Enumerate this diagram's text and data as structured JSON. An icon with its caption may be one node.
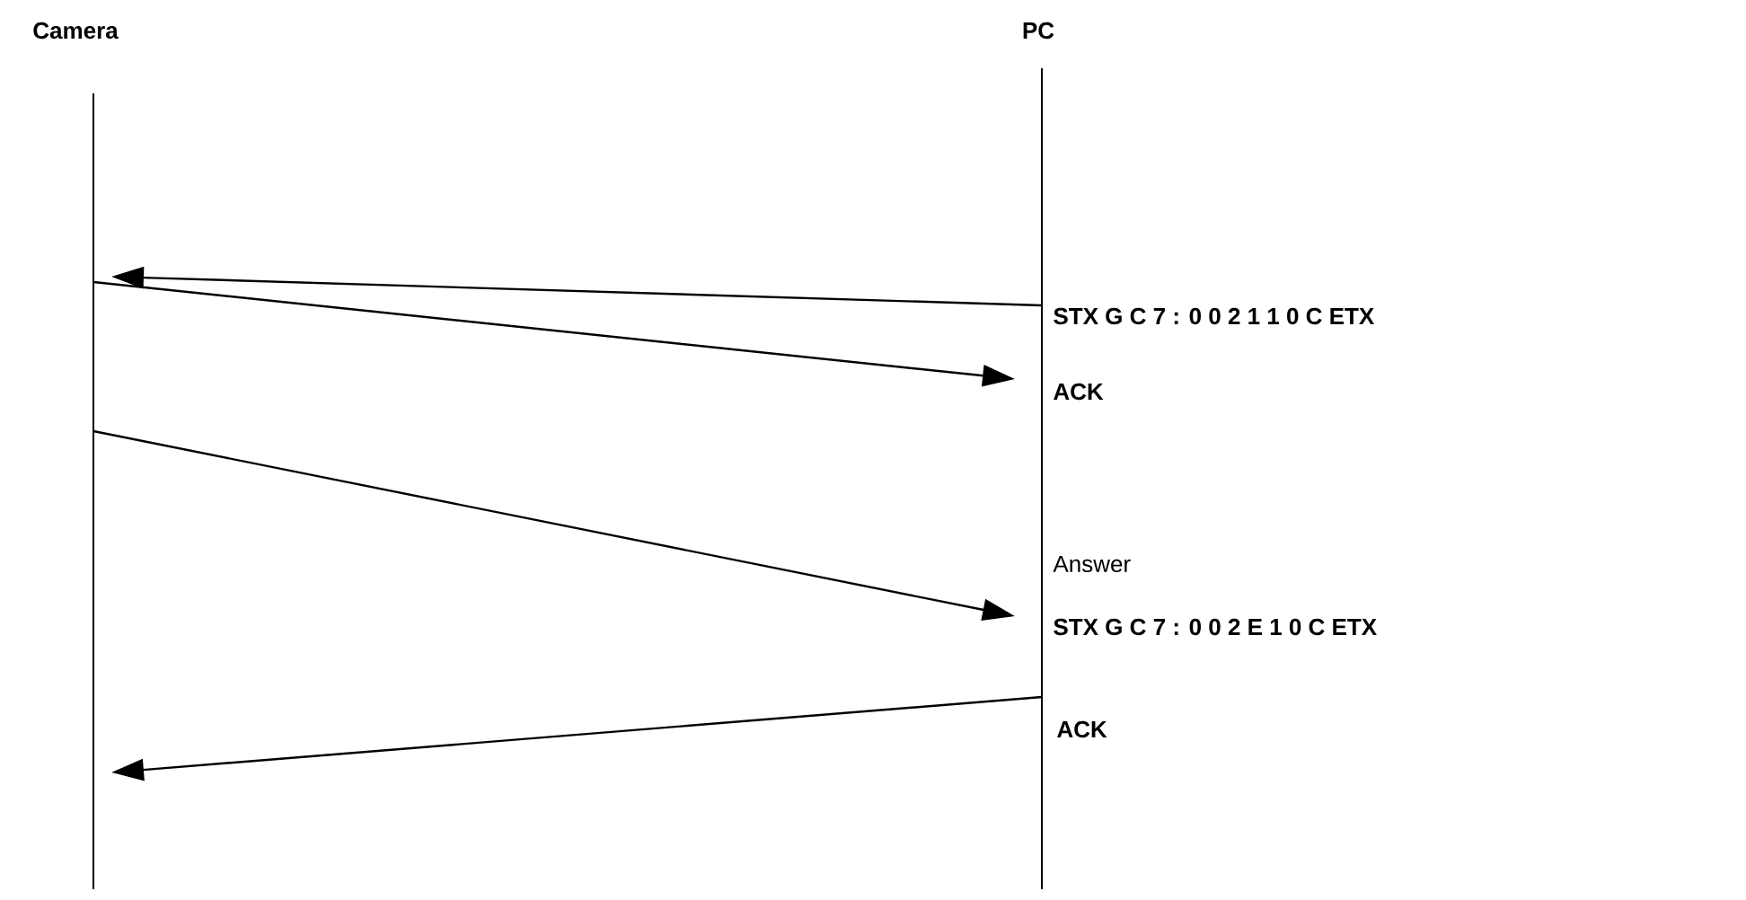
{
  "diagram": {
    "nodes": [
      {
        "text": [
          "Camera"
        ]
      },
      {
        "text": [
          "PC"
        ]
      }
    ],
    "edges": [
      {
        "from": 1,
        "to": 0,
        "arrow": "to",
        "label": "STX G C 7 : 0 0 2 1 1 0 C ETX"
      },
      {
        "from": 0,
        "to": 1,
        "arrow": "to",
        "label": "ACK"
      },
      {
        "from": 0,
        "to": 1,
        "arrow": "to",
        "label": "STX G C 7 : 0 0 2 E 1 0 C ETX"
      },
      {
        "from": 1,
        "to": 0,
        "arrow": "to",
        "label": "ACK"
      }
    ],
    "labels": [
      "Answer"
    ]
  }
}
